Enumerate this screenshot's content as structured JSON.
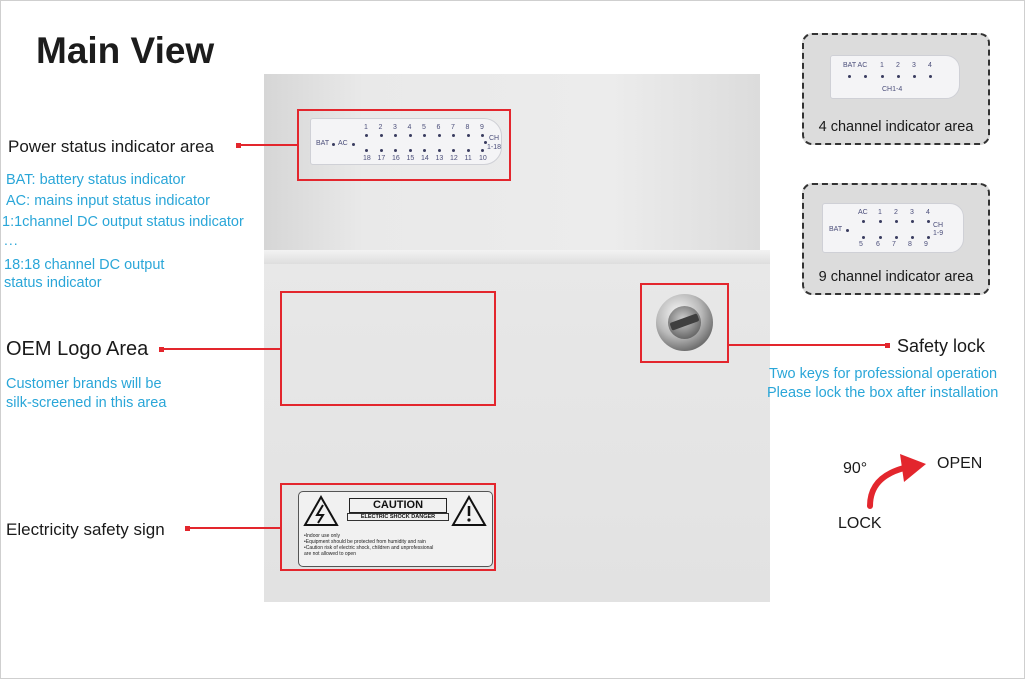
{
  "page": {
    "title": "Main View"
  },
  "labels": {
    "power_status": "Power status indicator area",
    "oem_logo": "OEM Logo Area",
    "electricity_sign": "Electricity safety sign",
    "safety_lock": "Safety lock"
  },
  "descriptions": {
    "bat": "BAT: battery status indicator",
    "ac": "AC: mains input status indicator",
    "ch1": "1:1channel DC output status indicator",
    "dots": "...",
    "ch18_line1": "18:18 channel DC output",
    "ch18_line2": "status indicator",
    "oem_line1": "Customer brands will be",
    "oem_line2": "silk-screened in this area",
    "lock_line1": "Two keys for professional operation",
    "lock_line2": "Please lock the box after installation"
  },
  "indicator_panel_18": {
    "bat": "BAT",
    "ac": "AC",
    "top_numbers": [
      "1",
      "2",
      "3",
      "4",
      "5",
      "6",
      "7",
      "8",
      "9"
    ],
    "bottom_numbers": [
      "18",
      "17",
      "16",
      "15",
      "14",
      "13",
      "12",
      "11",
      "10"
    ],
    "ch": "CH",
    "range": "1-18"
  },
  "callout_4ch": {
    "caption": "4 channel indicator area",
    "bat_ac": "BAT AC",
    "numbers": [
      "1",
      "2",
      "3",
      "4"
    ],
    "range": "CH1-4"
  },
  "callout_9ch": {
    "caption": "9 channel indicator area",
    "ac": "AC",
    "bat": "BAT",
    "top_numbers": [
      "1",
      "2",
      "3",
      "4"
    ],
    "bottom_numbers": [
      "5",
      "6",
      "7",
      "8",
      "9"
    ],
    "ch": "CH",
    "range": "1-9"
  },
  "caution_sign": {
    "title": "CAUTION",
    "subtitle": "ELECTRIC SHOCK DANGER",
    "notes": [
      "•Indoor use only",
      "•Equipment should be protected from humidity and rain",
      "•Caution risk of electric shock, children and unprofessional",
      "  are not allowed to open"
    ]
  },
  "rotation": {
    "angle": "90°",
    "open": "OPEN",
    "lock": "LOCK"
  },
  "colors": {
    "accent_red": "#e3262d",
    "accent_blue": "#2aa6d8"
  }
}
